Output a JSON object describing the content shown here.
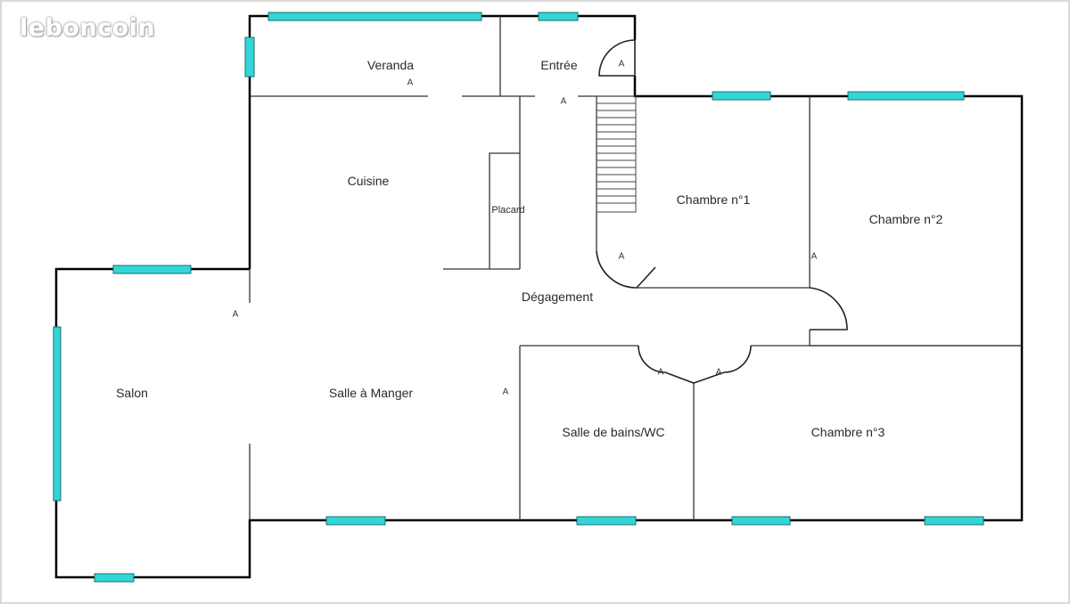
{
  "brand": {
    "name": "leboncoin"
  },
  "rooms": {
    "veranda": "Veranda",
    "entree": "Entrée",
    "cuisine": "Cuisine",
    "placard": "Placard",
    "chambre1": "Chambre n°1",
    "chambre2": "Chambre n°2",
    "degagement": "Dégagement",
    "salon": "Salon",
    "salle_manger": "Salle à Manger",
    "salle_bains": "Salle de bains/WC",
    "chambre3": "Chambre n°3"
  },
  "door_marker": "A",
  "colors": {
    "wall": "#000000",
    "partition": "#333333",
    "window": "#33d6d6",
    "window_stroke": "#1a6e6e",
    "background": "#ffffff"
  }
}
